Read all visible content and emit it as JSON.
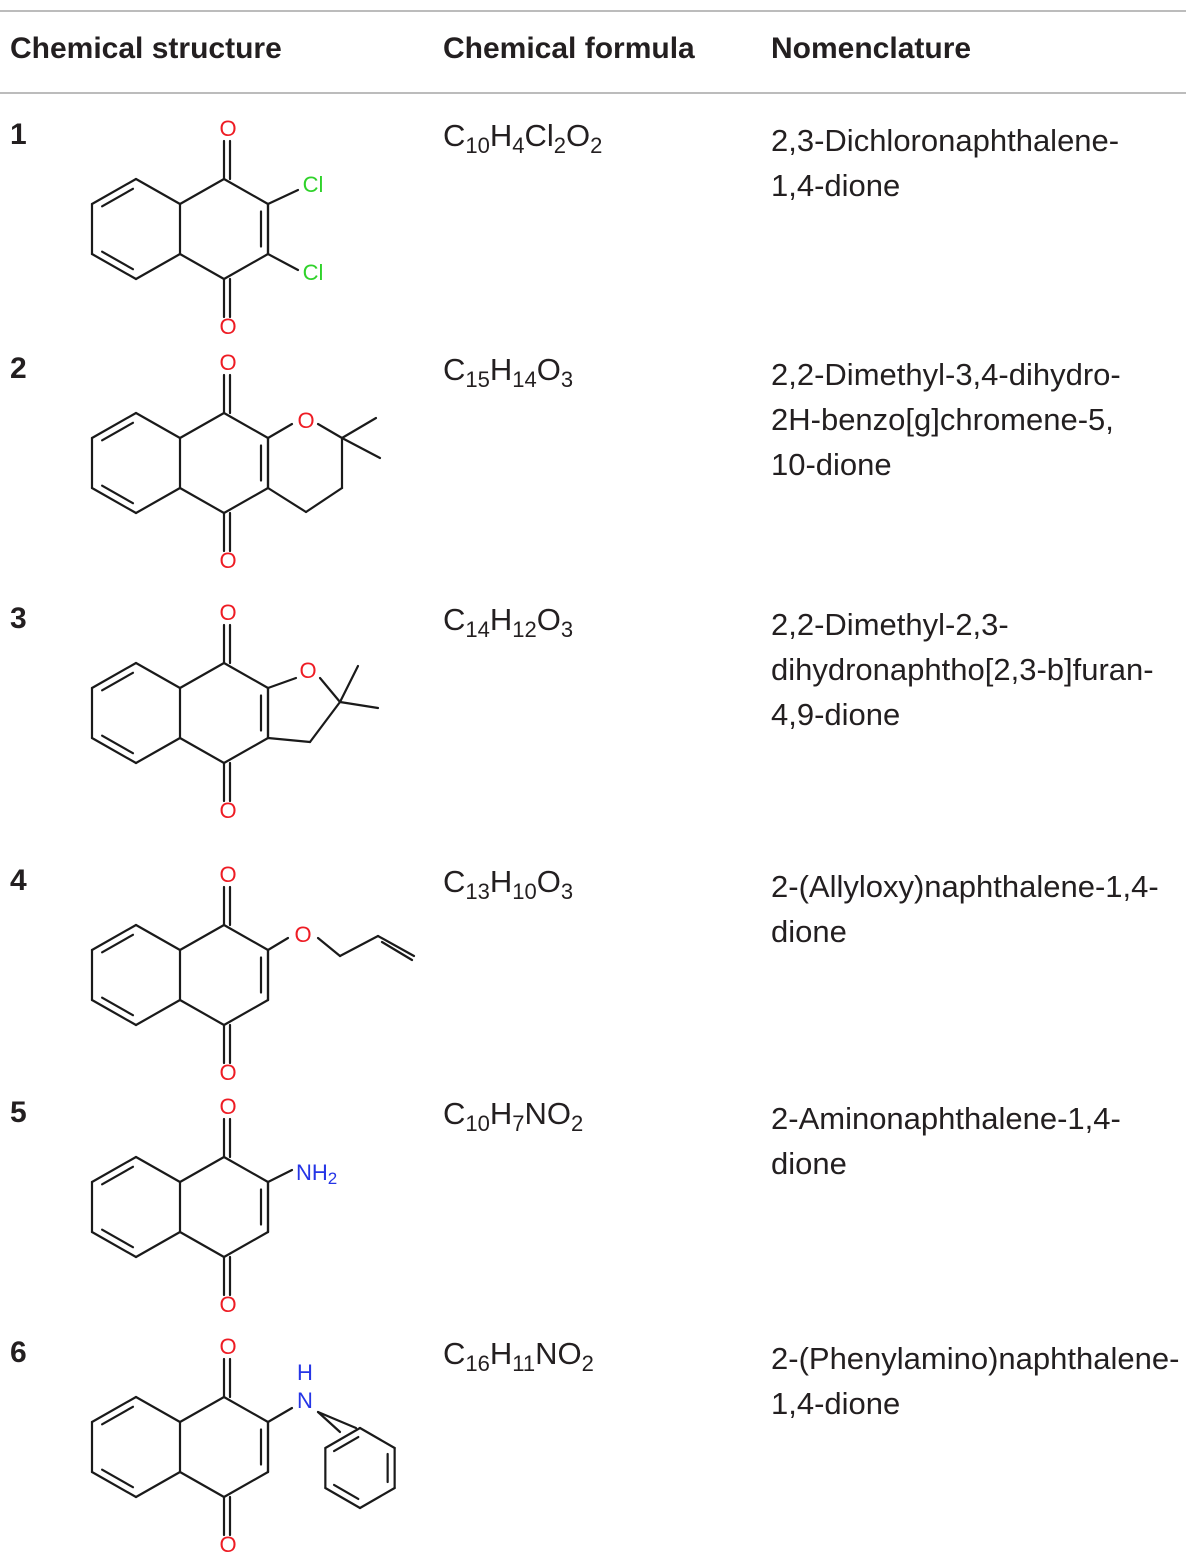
{
  "headers": {
    "structure": "Chemical structure",
    "formula": "Chemical formula",
    "nomenclature": "Nomenclature"
  },
  "atom_labels": {
    "oxygen": "O",
    "chlorine": "Cl",
    "amino": "NH",
    "amino_sub": "2",
    "nitrogen": "N",
    "hydrogen": "H"
  },
  "atom_colors": {
    "oxygen": "#ee1c24",
    "chlorine": "#2fd22a",
    "nitrogen": "#2535e6"
  },
  "rows": [
    {
      "number": "1",
      "formula": [
        [
          "C",
          ""
        ],
        [
          "10",
          "s"
        ],
        [
          "H",
          ""
        ],
        [
          "4",
          "s"
        ],
        [
          "Cl",
          ""
        ],
        [
          "2",
          "s"
        ],
        [
          "O",
          ""
        ],
        [
          "2",
          "s"
        ]
      ],
      "nomenclature": [
        "2,3-Dichloronaphthalene-",
        "1,4-dione"
      ]
    },
    {
      "number": "2",
      "formula": [
        [
          "C",
          ""
        ],
        [
          "15",
          "s"
        ],
        [
          "H",
          ""
        ],
        [
          "14",
          "s"
        ],
        [
          "O",
          ""
        ],
        [
          "3",
          "s"
        ]
      ],
      "nomenclature": [
        "2,2-Dimethyl-3,4-dihydro-",
        "2H-benzo[g]chromene-5,",
        "10-dione"
      ]
    },
    {
      "number": "3",
      "formula": [
        [
          "C",
          ""
        ],
        [
          "14",
          "s"
        ],
        [
          "H",
          ""
        ],
        [
          "12",
          "s"
        ],
        [
          "O",
          ""
        ],
        [
          "3",
          "s"
        ]
      ],
      "nomenclature": [
        "2,2-Dimethyl-2,3-",
        "dihydronaphtho[2,3-b]furan-",
        "4,9-dione"
      ]
    },
    {
      "number": "4",
      "formula": [
        [
          "C",
          ""
        ],
        [
          "13",
          "s"
        ],
        [
          "H",
          ""
        ],
        [
          "10",
          "s"
        ],
        [
          "O",
          ""
        ],
        [
          "3",
          "s"
        ]
      ],
      "nomenclature": [
        "2-(Allyloxy)naphthalene-1,4-",
        "dione"
      ]
    },
    {
      "number": "5",
      "formula": [
        [
          "C",
          ""
        ],
        [
          "10",
          "s"
        ],
        [
          "H",
          ""
        ],
        [
          "7",
          "s"
        ],
        [
          "NO",
          ""
        ],
        [
          "2",
          "s"
        ]
      ],
      "nomenclature": [
        "2-Aminonaphthalene-1,4-",
        "dione"
      ]
    },
    {
      "number": "6",
      "formula": [
        [
          "C",
          ""
        ],
        [
          "16",
          "s"
        ],
        [
          "H",
          ""
        ],
        [
          "11",
          "s"
        ],
        [
          "NO",
          ""
        ],
        [
          "2",
          "s"
        ]
      ],
      "nomenclature": [
        "2-(Phenylamino)naphthalene-",
        "1,4-dione"
      ]
    }
  ]
}
